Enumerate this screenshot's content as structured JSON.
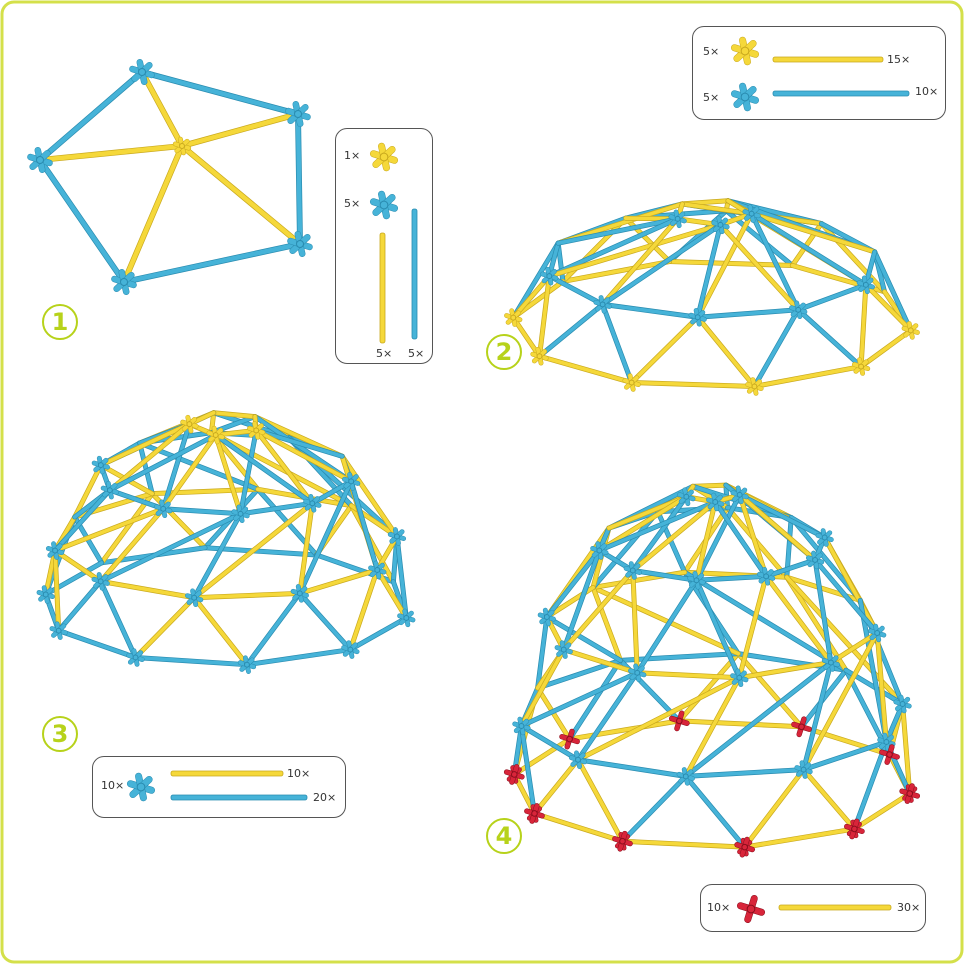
{
  "colors": {
    "frame": "#d4e04a",
    "yellow": "#f5d83a",
    "yellow_dark": "#c9a91e",
    "blue": "#46b3d8",
    "blue_dark": "#2a8cb0",
    "red": "#d8253a",
    "step_number": "#b7d21a"
  },
  "steps": [
    {
      "number": "1"
    },
    {
      "number": "2"
    },
    {
      "number": "3"
    },
    {
      "number": "4"
    }
  ],
  "parts": {
    "step1": {
      "yellow_connector": "1×",
      "blue_connector": "5×",
      "yellow_rod": "5×",
      "blue_rod": "5×"
    },
    "step2": {
      "yellow_connector": "5×",
      "yellow_rod": "15×",
      "blue_connector": "5×",
      "blue_rod": "10×"
    },
    "step3": {
      "blue_connector": "10×",
      "yellow_rod": "10×",
      "blue_rod": "20×"
    },
    "step4": {
      "red_connector": "10×",
      "yellow_rod": "30×"
    }
  },
  "icons": [
    "yellow-connector-icon",
    "blue-connector-icon",
    "red-connector-icon",
    "yellow-rod-icon",
    "blue-rod-icon"
  ]
}
